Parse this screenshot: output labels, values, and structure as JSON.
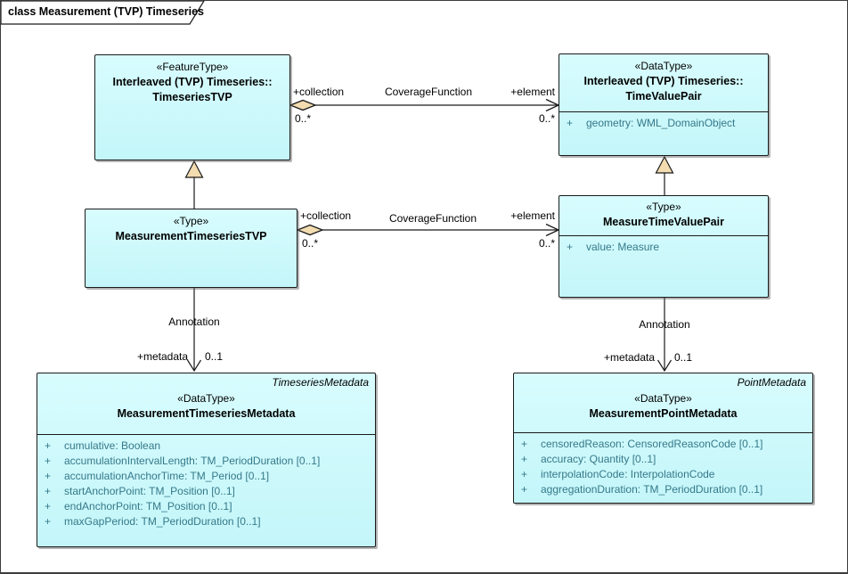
{
  "diagram": {
    "title": "class Measurement (TVP) Timeseries"
  },
  "colors": {
    "box_fill_top": "#d8fcfe",
    "box_fill_bottom": "#c4f6f9",
    "box_border": "#1a1a1a",
    "attribute_text": "#35798a",
    "arrowhead_fill": "#f2dcb0",
    "line": "#1a1a1a"
  },
  "classes": {
    "timeseries_tvp": {
      "stereotype": "«FeatureType»",
      "name_line1": "Interleaved (TVP) Timeseries::",
      "name_line2": "TimeseriesTVP"
    },
    "time_value_pair": {
      "stereotype": "«DataType»",
      "name_line1": "Interleaved (TVP) Timeseries::",
      "name_line2": "TimeValuePair",
      "attributes": [
        {
          "vis": "+",
          "text": "geometry: WML_DomainObject"
        }
      ]
    },
    "measurement_timeseries_tvp": {
      "stereotype": "«Type»",
      "name_line1": "MeasurementTimeseriesTVP"
    },
    "measure_time_value_pair": {
      "stereotype": "«Type»",
      "name_line1": "MeasureTimeValuePair",
      "attributes": [
        {
          "vis": "+",
          "text": "value: Measure"
        }
      ]
    },
    "measurement_timeseries_metadata": {
      "corner_label": "TimeseriesMetadata",
      "stereotype": "«DataType»",
      "name_line1": "MeasurementTimeseriesMetadata",
      "attributes": [
        {
          "vis": "+",
          "text": "cumulative: Boolean"
        },
        {
          "vis": "+",
          "text": "accumulationIntervalLength: TM_PeriodDuration [0..1]"
        },
        {
          "vis": "+",
          "text": "accumulationAnchorTime: TM_Period [0..1]"
        },
        {
          "vis": "+",
          "text": "startAnchorPoint: TM_Position [0..1]"
        },
        {
          "vis": "+",
          "text": "endAnchorPoint: TM_Position [0..1]"
        },
        {
          "vis": "+",
          "text": "maxGapPeriod: TM_PeriodDuration [0..1]"
        }
      ]
    },
    "measurement_point_metadata": {
      "corner_label": "PointMetadata",
      "stereotype": "«DataType»",
      "name_line1": "MeasurementPointMetadata",
      "attributes": [
        {
          "vis": "+",
          "text": "censoredReason: CensoredReasonCode [0..1]"
        },
        {
          "vis": "+",
          "text": "accuracy: Quantity [0..1]"
        },
        {
          "vis": "+",
          "text": "interpolationCode: InterpolationCode"
        },
        {
          "vis": "+",
          "text": "aggregationDuration: TM_PeriodDuration [0..1]"
        }
      ]
    }
  },
  "connectors": {
    "coverage_top": {
      "name": "CoverageFunction",
      "source_role": "+collection",
      "source_mult": "0..*",
      "target_role": "+element",
      "target_mult": "0..*"
    },
    "coverage_bottom": {
      "name": "CoverageFunction",
      "source_role": "+collection",
      "source_mult": "0..*",
      "target_role": "+element",
      "target_mult": "0..*"
    },
    "annotation_left": {
      "name": "Annotation",
      "target_role": "+metadata",
      "target_mult": "0..1"
    },
    "annotation_right": {
      "name": "Annotation",
      "target_role": "+metadata",
      "target_mult": "0..1"
    }
  }
}
